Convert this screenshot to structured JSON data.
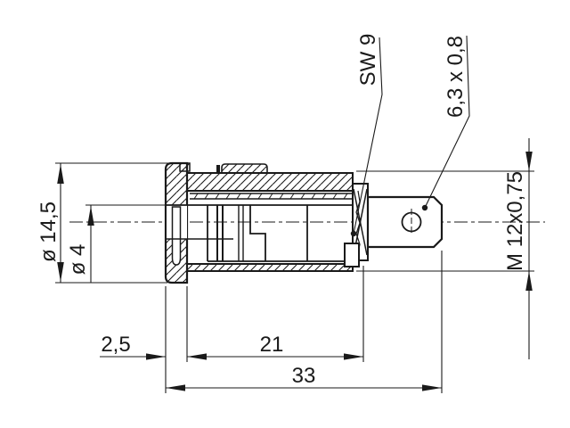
{
  "drawing": {
    "title": "panel-mount safety socket cross-section",
    "background": "#ffffff",
    "line_color": "#1a1a1a",
    "labels": {
      "dia_body": "ø 14,5",
      "dia_hole": "ø 4",
      "hex_width": "SW 9",
      "tab_size": "6,3 x 0,8",
      "thread": "M 12x0,75",
      "flange_width": "2,5",
      "bushing_length": "21",
      "total_length": "33"
    }
  }
}
